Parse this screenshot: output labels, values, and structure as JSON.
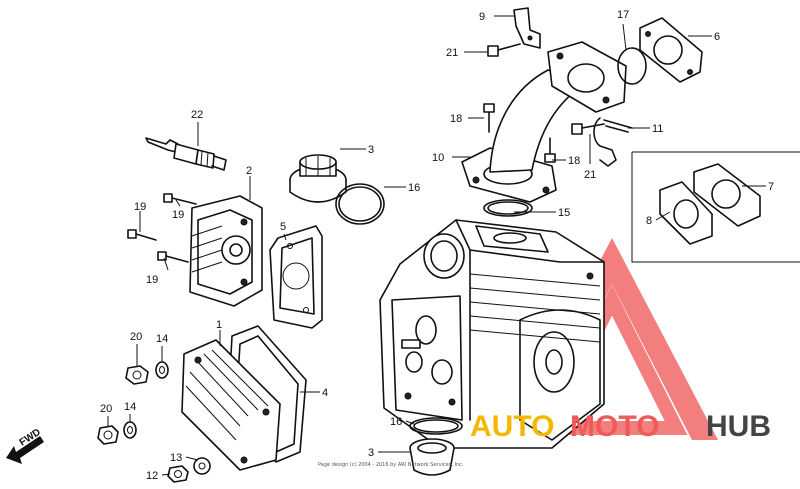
{
  "callouts": [
    {
      "id": "c22",
      "text": "22"
    },
    {
      "id": "c2",
      "text": "2"
    },
    {
      "id": "c19a",
      "text": "19"
    },
    {
      "id": "c19b",
      "text": "19"
    },
    {
      "id": "c19c",
      "text": "19"
    },
    {
      "id": "c5",
      "text": "5"
    },
    {
      "id": "c3a",
      "text": "3"
    },
    {
      "id": "c16a",
      "text": "16"
    },
    {
      "id": "c9",
      "text": "9"
    },
    {
      "id": "c21a",
      "text": "21"
    },
    {
      "id": "c17",
      "text": "17"
    },
    {
      "id": "c6",
      "text": "6"
    },
    {
      "id": "c18a",
      "text": "18"
    },
    {
      "id": "c10",
      "text": "10"
    },
    {
      "id": "c18b",
      "text": "18"
    },
    {
      "id": "c21b",
      "text": "21"
    },
    {
      "id": "c11",
      "text": "11"
    },
    {
      "id": "c15",
      "text": "15"
    },
    {
      "id": "c7",
      "text": "7"
    },
    {
      "id": "c8",
      "text": "8"
    },
    {
      "id": "c1",
      "text": "1"
    },
    {
      "id": "c20a",
      "text": "20"
    },
    {
      "id": "c14a",
      "text": "14"
    },
    {
      "id": "c4",
      "text": "4"
    },
    {
      "id": "c20b",
      "text": "20"
    },
    {
      "id": "c14b",
      "text": "14"
    },
    {
      "id": "c13",
      "text": "13"
    },
    {
      "id": "c12",
      "text": "12"
    },
    {
      "id": "c16b",
      "text": "16"
    },
    {
      "id": "c3b",
      "text": "3"
    }
  ],
  "fwd_label": "FWD",
  "copyright": "Page design (c) 2004 - 2016 by ARI Network Services, Inc.",
  "watermark": {
    "auto": "AUTO",
    "moto": "MOTO",
    "hub": "HUB"
  },
  "colors": {
    "watermark_red": "#ef5a5a",
    "watermark_yellow": "#f5b800",
    "watermark_gray": "#444444",
    "line": "#111111"
  }
}
